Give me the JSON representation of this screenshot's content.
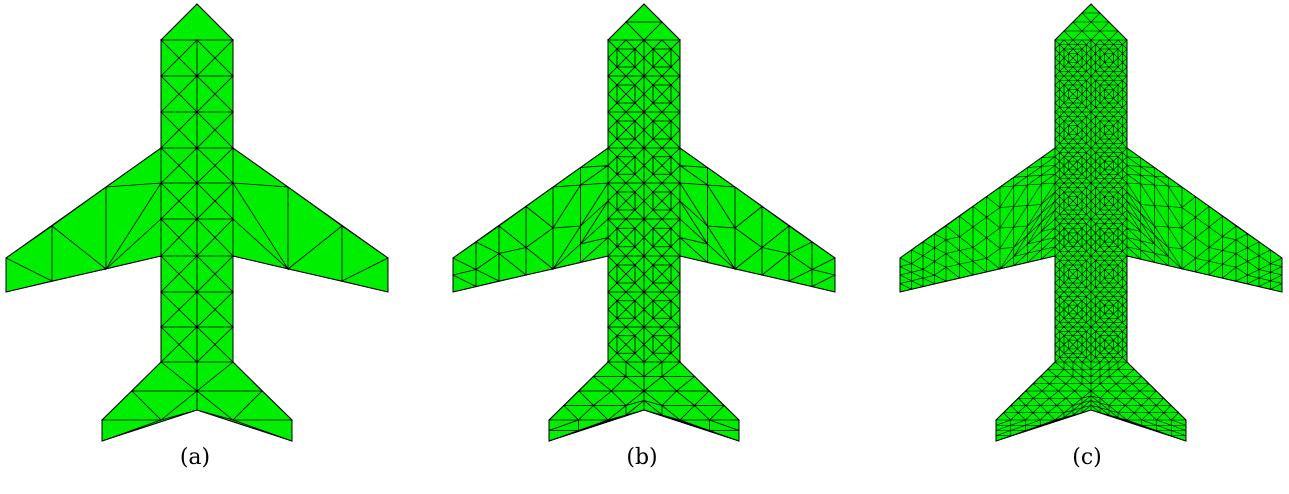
{
  "panels": [
    {
      "caption": "(a)",
      "mesh_level": 0
    },
    {
      "caption": "(b)",
      "mesh_level": 1
    },
    {
      "caption": "(c)",
      "mesh_level": 2
    }
  ],
  "colors": {
    "fill": "#00ee00",
    "edge": "#000000"
  }
}
